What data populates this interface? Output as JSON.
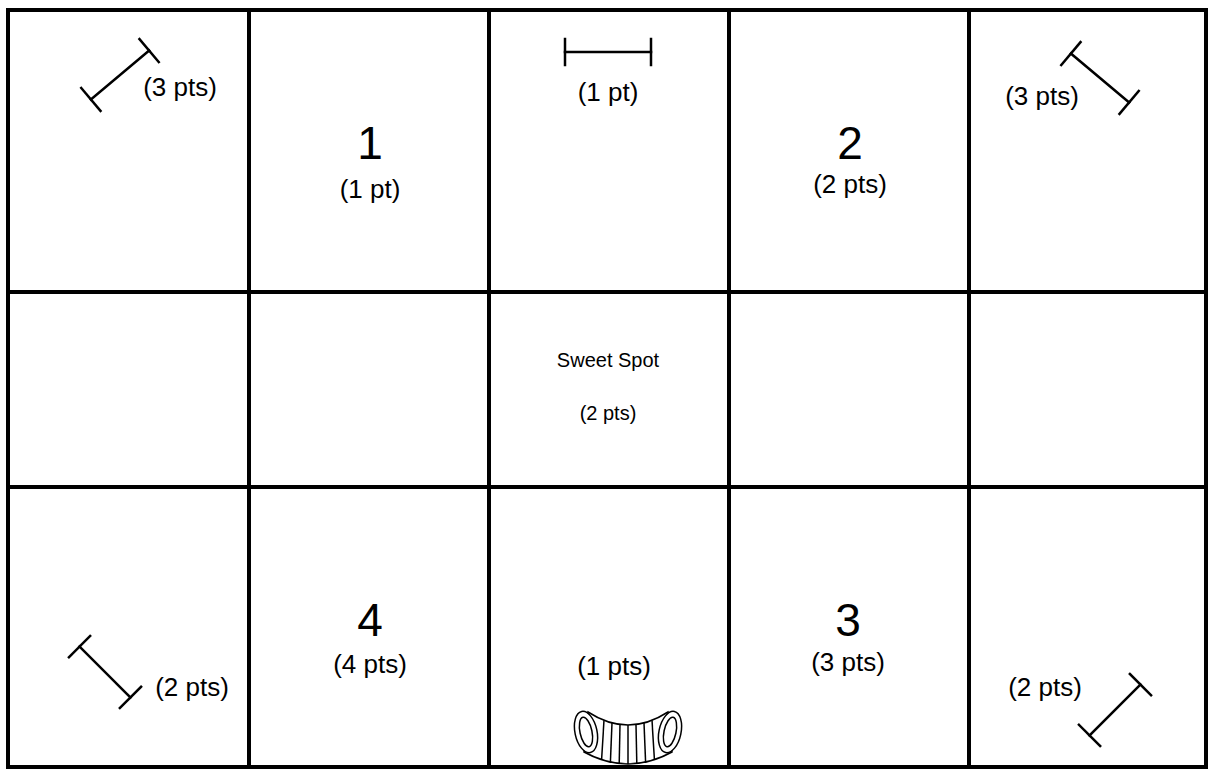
{
  "diagram": {
    "nodes": [
      {
        "text": [
          "(3 pts)"
        ]
      },
      {
        "text": [
          "1",
          "(1 pt)"
        ]
      },
      {
        "text": [
          "(1 pt)"
        ]
      },
      {
        "text": [
          "2",
          "(2 pts)"
        ]
      },
      {
        "text": [
          "(3 pts)"
        ]
      },
      {
        "text": [
          "Sweet Spot",
          "(2 pts)"
        ]
      },
      {
        "text": [
          "(2 pts)"
        ]
      },
      {
        "text": [
          "4",
          "(4 pts)"
        ]
      },
      {
        "text": [
          "(1 pts)"
        ]
      },
      {
        "text": [
          "3",
          "(3 pts)"
        ]
      },
      {
        "text": [
          "(2 pts)"
        ]
      }
    ]
  }
}
